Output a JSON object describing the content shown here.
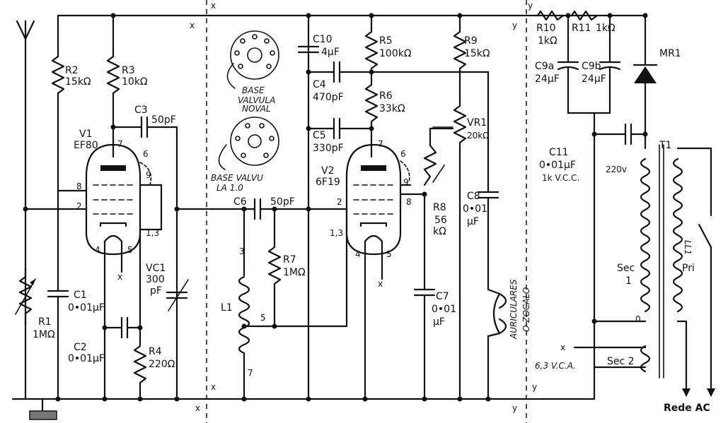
{
  "labels": {
    "r1": "R1",
    "r1_val": "1MΩ",
    "r2": "R2",
    "r2_val": "15kΩ",
    "r3": "R3",
    "r3_val": "10kΩ",
    "r4": "R4",
    "r4_val": "220Ω",
    "r5": "R5",
    "r5_val": "100kΩ",
    "r6": "R6",
    "r6_val": "33kΩ",
    "r7": "R7",
    "r7_val": "1MΩ",
    "r8": "R8",
    "r8_val1": "56",
    "r8_val2": "kΩ",
    "r9": "R9",
    "r9_val": "15kΩ",
    "r10": "R10",
    "r10_val": "1kΩ",
    "r11": "R11",
    "r11_val": "1kΩ",
    "c1": "C1",
    "c1_val": "0•01µF",
    "c2": "C2",
    "c2_val": "0•01µF",
    "c3": "C3",
    "c3_val": "50pF",
    "c4": "C4",
    "c4_val": "470pF",
    "c5": "C5",
    "c5_val": "330pF",
    "c6": "C6",
    "c6_val": "50pF",
    "c7": "C7",
    "c7_val1": "0•01",
    "c7_val2": "µF",
    "c8": "C8",
    "c8_val1": "0•01",
    "c8_val2": "µF",
    "c9a": "C9a",
    "c9a_val": "24µF",
    "c9b": "C9b",
    "c9b_val": "24µF",
    "c10": "C10",
    "c10_val": "4µF",
    "c11": "C11",
    "c11_val1": "0•01µF",
    "c11_val2": "1k V.C.C.",
    "v1": "V1",
    "v1_type": "EF80",
    "v2": "V2",
    "v2_type": "6F19",
    "vc1": "VC1",
    "vc1_val1": "300",
    "vc1_val2": "pF",
    "vr1": "VR1",
    "vr1_val": "20kΩ",
    "l1": "L1",
    "ll1": "LL1",
    "mr1": "MR1",
    "t1": "T1",
    "v220": "220v",
    "sec1": "Sec",
    "sec1_n": "1",
    "sec2": "Sec 2",
    "pri": "Pri",
    "vca": "6,3 V.C.A.",
    "rede": "Rede AC",
    "base_noval_1": "BASE",
    "base_noval_2": "VALVULA",
    "base_noval_3": "NOVAL",
    "base_l10": "BASE VALVU",
    "base_l10_2": "LA 1.0",
    "auriculares_1": "AURICULARES",
    "auriculares_2": "O ZOCALO"
  },
  "pins": {
    "p1": "1",
    "p2": "2",
    "p3": "3",
    "p4": "4",
    "p5": "5",
    "p6": "6",
    "p7": "7",
    "p8": "8",
    "p9": "9",
    "p13": "1,3",
    "p0": "0",
    "px": "x",
    "py": "y"
  }
}
